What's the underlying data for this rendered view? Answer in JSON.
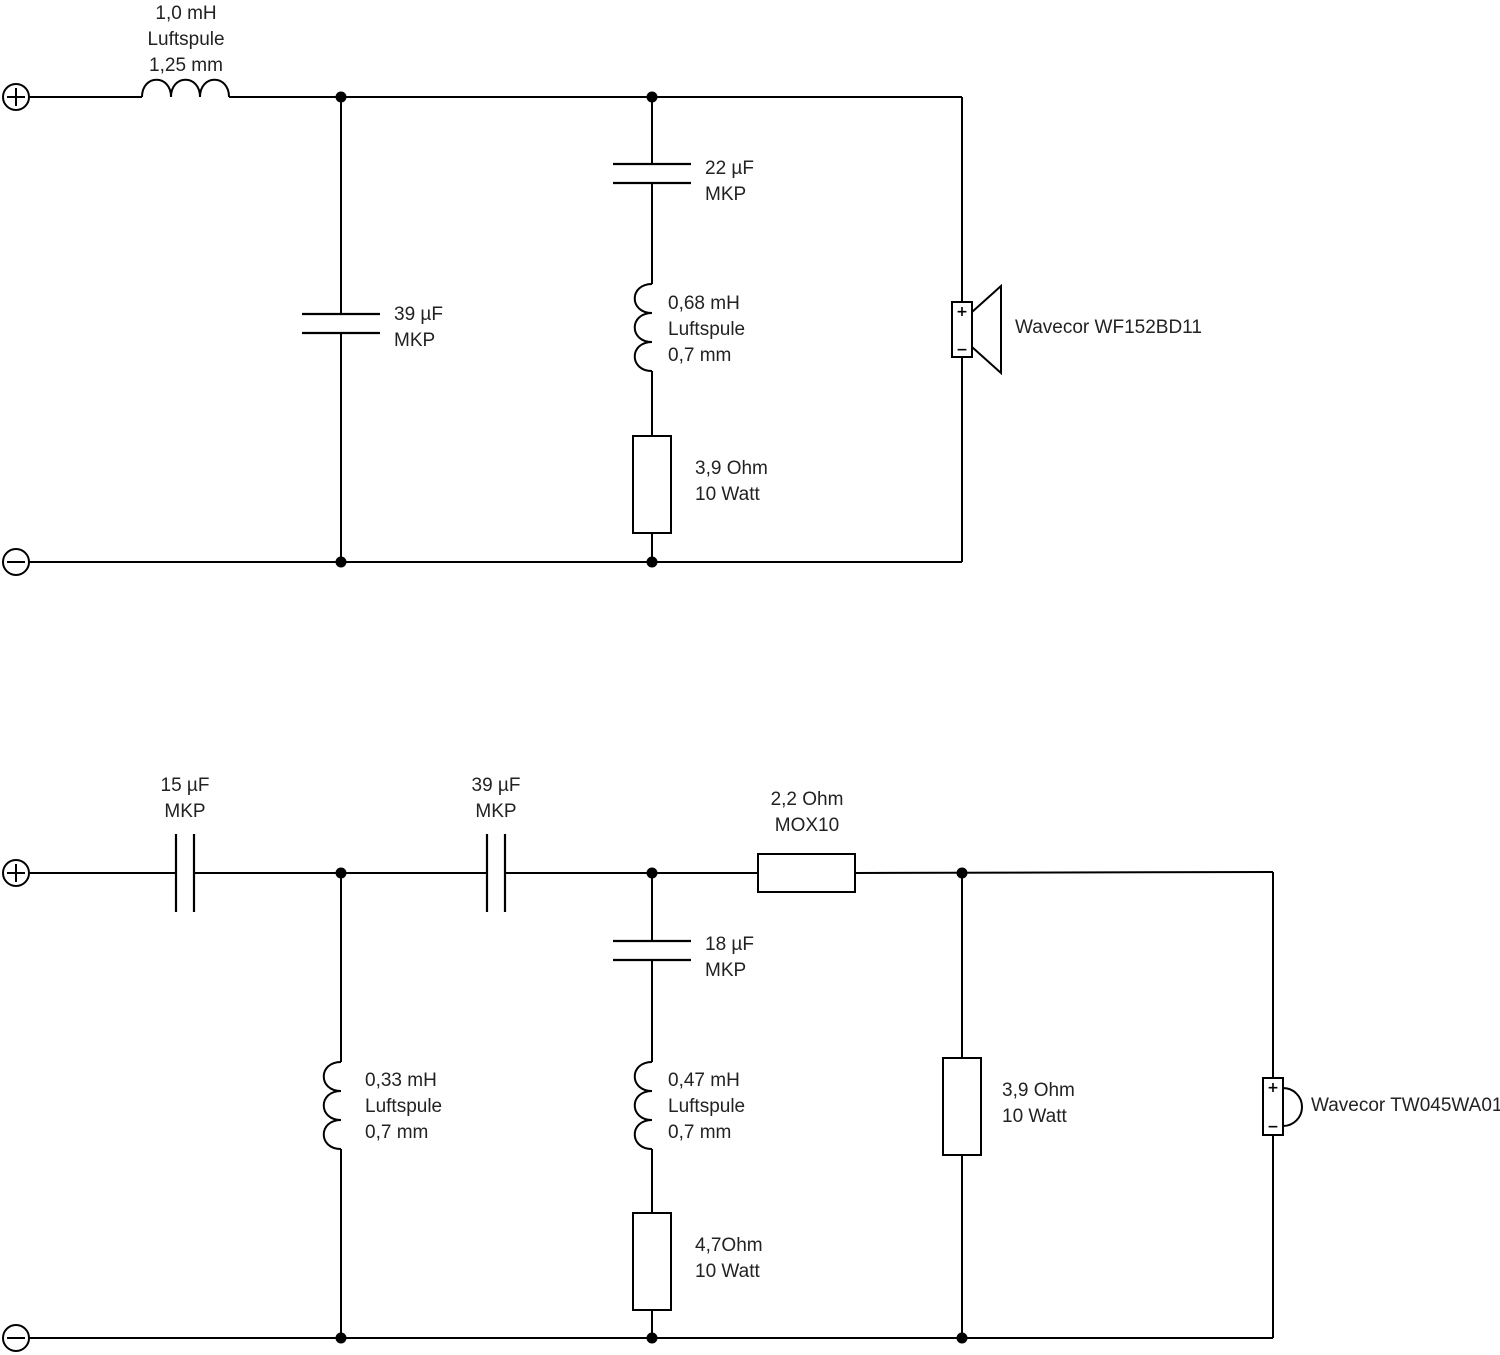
{
  "woofer": {
    "l1": {
      "line1": "1,0 mH",
      "line2": "Luftspule",
      "line3": "1,25 mm"
    },
    "c1": {
      "line1": "39 µF",
      "line2": "MKP"
    },
    "c2": {
      "line1": "22 µF",
      "line2": "MKP"
    },
    "l2": {
      "line1": "0,68 mH",
      "line2": "Luftspule",
      "line3": "0,7 mm"
    },
    "r1": {
      "line1": "3,9 Ohm",
      "line2": "10 Watt"
    },
    "driver": "Wavecor WF152BD11",
    "driver_plus": "+",
    "driver_minus": "−"
  },
  "tweeter": {
    "c1": {
      "line1": "15 µF",
      "line2": "MKP"
    },
    "c2": {
      "line1": "39 µF",
      "line2": "MKP"
    },
    "r1": {
      "line1": "2,2 Ohm",
      "line2": "MOX10"
    },
    "c3": {
      "line1": "18 µF",
      "line2": "MKP"
    },
    "l1": {
      "line1": "0,33 mH",
      "line2": "Luftspule",
      "line3": "0,7 mm"
    },
    "l2": {
      "line1": "0,47 mH",
      "line2": "Luftspule",
      "line3": "0,7 mm"
    },
    "r2": {
      "line1": "4,7Ohm",
      "line2": "10 Watt"
    },
    "r3": {
      "line1": "3,9 Ohm",
      "line2": "10 Watt"
    },
    "driver": "Wavecor TW045WA01",
    "driver_plus": "+",
    "driver_minus": "−"
  }
}
